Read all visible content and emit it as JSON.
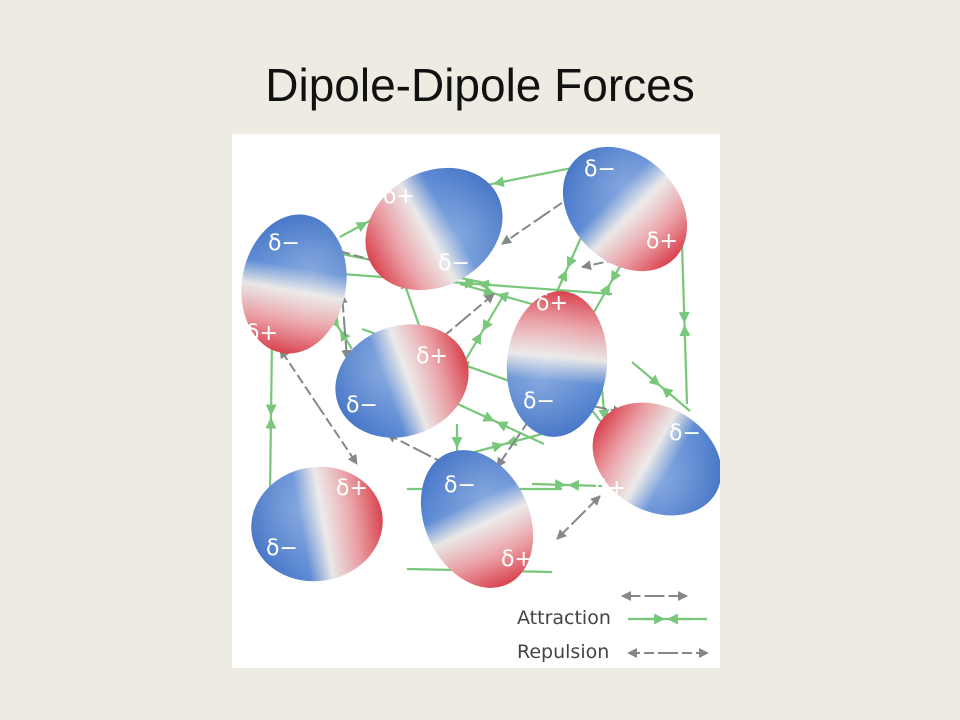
{
  "slide": {
    "title": "Dipole-Dipole Forces"
  },
  "diagram": {
    "labels": {
      "delta_minus": "δ−",
      "delta_plus": "δ+"
    },
    "legend": {
      "attraction": "Attraction",
      "repulsion": "Repulsion"
    },
    "colors": {
      "attraction": "#79c77a",
      "repulsion": "#85878a",
      "negative_pole": "#3f71c6",
      "positive_pole": "#e0545e",
      "background": "#eeebe2"
    }
  }
}
